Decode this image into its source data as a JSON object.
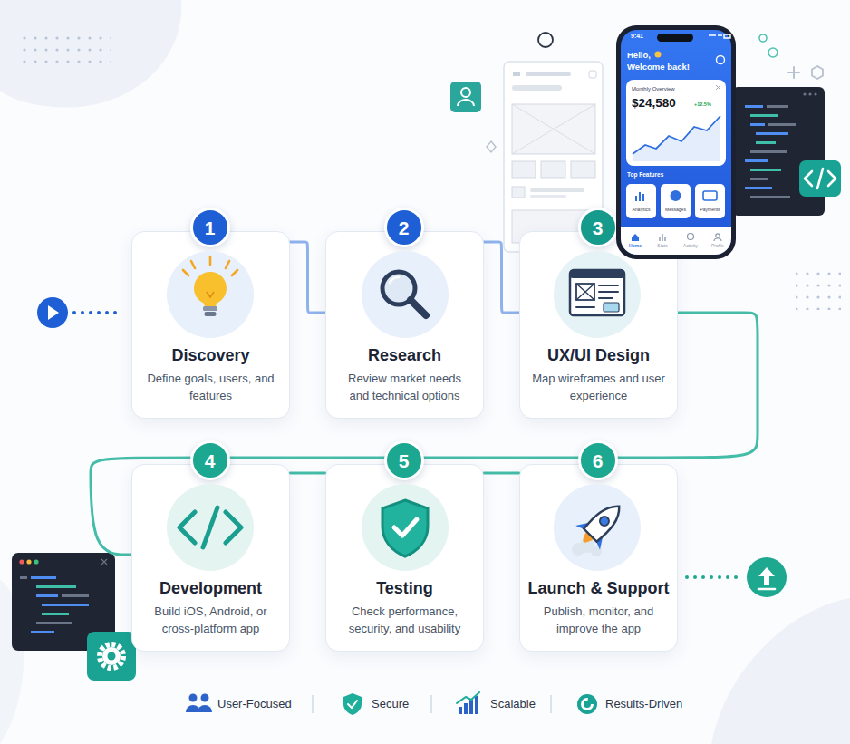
{
  "diagram": {
    "nodes": [
      {
        "text": [
          "Discovery",
          "Define goals, users, and features"
        ]
      },
      {
        "text": [
          "1"
        ],
        "in": 0
      },
      {
        "text": [
          "Research",
          "Review market needs and technical options"
        ]
      },
      {
        "text": [
          "2"
        ],
        "in": 2
      },
      {
        "text": [
          "UX/UI Design",
          "Map wireframes and user experience"
        ]
      },
      {
        "text": [
          "3"
        ],
        "in": 4
      },
      {
        "text": [
          "Development",
          "Build iOS, Android, or cross-platform app"
        ]
      },
      {
        "text": [
          "4"
        ],
        "in": 6
      },
      {
        "text": [
          "Testing",
          "Check performance, security, and usability"
        ]
      },
      {
        "text": [
          "5"
        ],
        "in": 8
      },
      {
        "text": [
          "Launch & Support",
          "Publish, monitor, and improve the app"
        ]
      },
      {
        "text": [
          "6"
        ],
        "in": 10
      }
    ],
    "edges": [
      {
        "from": 0,
        "to": 2,
        "arrow": "none"
      },
      {
        "from": 2,
        "to": 4,
        "arrow": "none"
      },
      {
        "from": 4,
        "to": 6,
        "arrow": "none"
      },
      {
        "from": 6,
        "to": 8,
        "arrow": "none"
      },
      {
        "from": 8,
        "to": 10,
        "arrow": "none"
      }
    ],
    "labels": [
      "9:41",
      "Hello,",
      "Welcome back!",
      "Monthly Overview",
      "$24,580",
      "+12.5%",
      "Top Features",
      "Analytics",
      "Messages",
      "Payments",
      "Home",
      "Stats",
      "Activity",
      "Profile",
      "User-Focused",
      "Secure",
      "Scalable",
      "Results-Driven"
    ]
  }
}
